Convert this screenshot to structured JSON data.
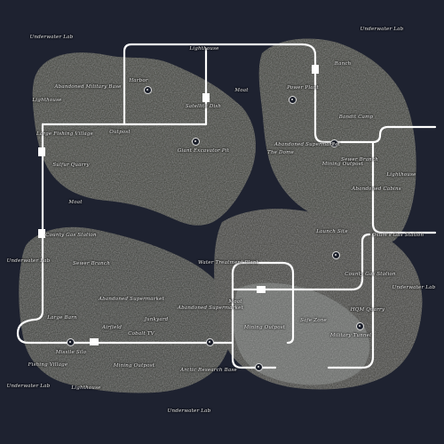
{
  "map": {
    "colors": {
      "ocean": "#1e2230",
      "land": "#3b3d36",
      "land_dark": "#2c2e29",
      "rail": "#ffffff",
      "text": "#e8e8e8"
    },
    "labels": [
      {
        "id": "underwater-lab-nw",
        "text": "Underwater Lab"
      },
      {
        "id": "underwater-lab-ne",
        "text": "Underwater Lab"
      },
      {
        "id": "lighthouse-north",
        "text": "Lighthouse"
      },
      {
        "id": "ranch",
        "text": "Ranch"
      },
      {
        "id": "abandoned-military-base",
        "text": "Abandoned Military Base"
      },
      {
        "id": "harbor",
        "text": "Harbor"
      },
      {
        "id": "power-plant",
        "text": "Power Plant"
      },
      {
        "id": "moat-north",
        "text": "Moat"
      },
      {
        "id": "lighthouse-west",
        "text": "Lighthouse"
      },
      {
        "id": "satellite-dish",
        "text": "Satellite Dish"
      },
      {
        "id": "bandit-camp",
        "text": "Bandit Camp"
      },
      {
        "id": "large-fishing-village",
        "text": "Large Fishing Village"
      },
      {
        "id": "outpost",
        "text": "Outpost"
      },
      {
        "id": "giant-excavator-pit",
        "text": "Giant Excavator Pit"
      },
      {
        "id": "abandoned-supermarket-ne",
        "text": "Abandoned Supermarket"
      },
      {
        "id": "the-dome",
        "text": "The Dome"
      },
      {
        "id": "sewer-branch-ne",
        "text": "Sewer Branch"
      },
      {
        "id": "mining-outpost-ne",
        "text": "Mining Outpost"
      },
      {
        "id": "sulfur-quarry",
        "text": "Sulfur Quarry"
      },
      {
        "id": "lighthouse-east",
        "text": "Lighthouse"
      },
      {
        "id": "abandoned-cabins",
        "text": "Abandoned Cabins"
      },
      {
        "id": "moat-west",
        "text": "Moat"
      },
      {
        "id": "launch-site",
        "text": "Launch Site"
      },
      {
        "id": "oxums-gas-station",
        "text": "Oxum's Gas Station"
      },
      {
        "id": "county-gas-station-w",
        "text": "County Gas Station"
      },
      {
        "id": "underwater-lab-w",
        "text": "Underwater Lab"
      },
      {
        "id": "sewer-branch-w",
        "text": "Sewer Branch"
      },
      {
        "id": "water-treatment-plant",
        "text": "Water Treatment Plant"
      },
      {
        "id": "county-gas-station-e",
        "text": "County Gas Station"
      },
      {
        "id": "underwater-lab-e",
        "text": "Underwater Lab"
      },
      {
        "id": "abandoned-supermarket-w",
        "text": "Abandoned Supermarket"
      },
      {
        "id": "moat-center",
        "text": "Moat"
      },
      {
        "id": "abandoned-supermarket-c",
        "text": "Abandoned Supermarket"
      },
      {
        "id": "safe-zone",
        "text": "Safe Zone"
      },
      {
        "id": "hqm-quarry",
        "text": "HQM Quarry"
      },
      {
        "id": "large-barn",
        "text": "Large Barn"
      },
      {
        "id": "junkyard",
        "text": "Junkyard"
      },
      {
        "id": "mining-outpost-c",
        "text": "Mining Outpost"
      },
      {
        "id": "airfield",
        "text": "Airfield"
      },
      {
        "id": "cobalt-tv",
        "text": "Cobalt TV"
      },
      {
        "id": "military-tunnel",
        "text": "Military Tunnel"
      },
      {
        "id": "missile-silo",
        "text": "Missile Silo"
      },
      {
        "id": "fishing-village",
        "text": "Fishing Village"
      },
      {
        "id": "mining-outpost-s",
        "text": "Mining Outpost"
      },
      {
        "id": "arctic-research-base",
        "text": "Arctic Research Base"
      },
      {
        "id": "underwater-lab-sw",
        "text": "Underwater Lab"
      },
      {
        "id": "lighthouse-south",
        "text": "Lighthouse"
      },
      {
        "id": "underwater-lab-s",
        "text": "Underwater Lab"
      }
    ],
    "stations": [
      "harbor-station",
      "power-plant-station",
      "giant-excavator-station",
      "abandoned-supermarket-station",
      "launch-site-station",
      "military-tunnel-station",
      "missile-silo-station",
      "mining-outpost-station",
      "sewer-station"
    ]
  }
}
